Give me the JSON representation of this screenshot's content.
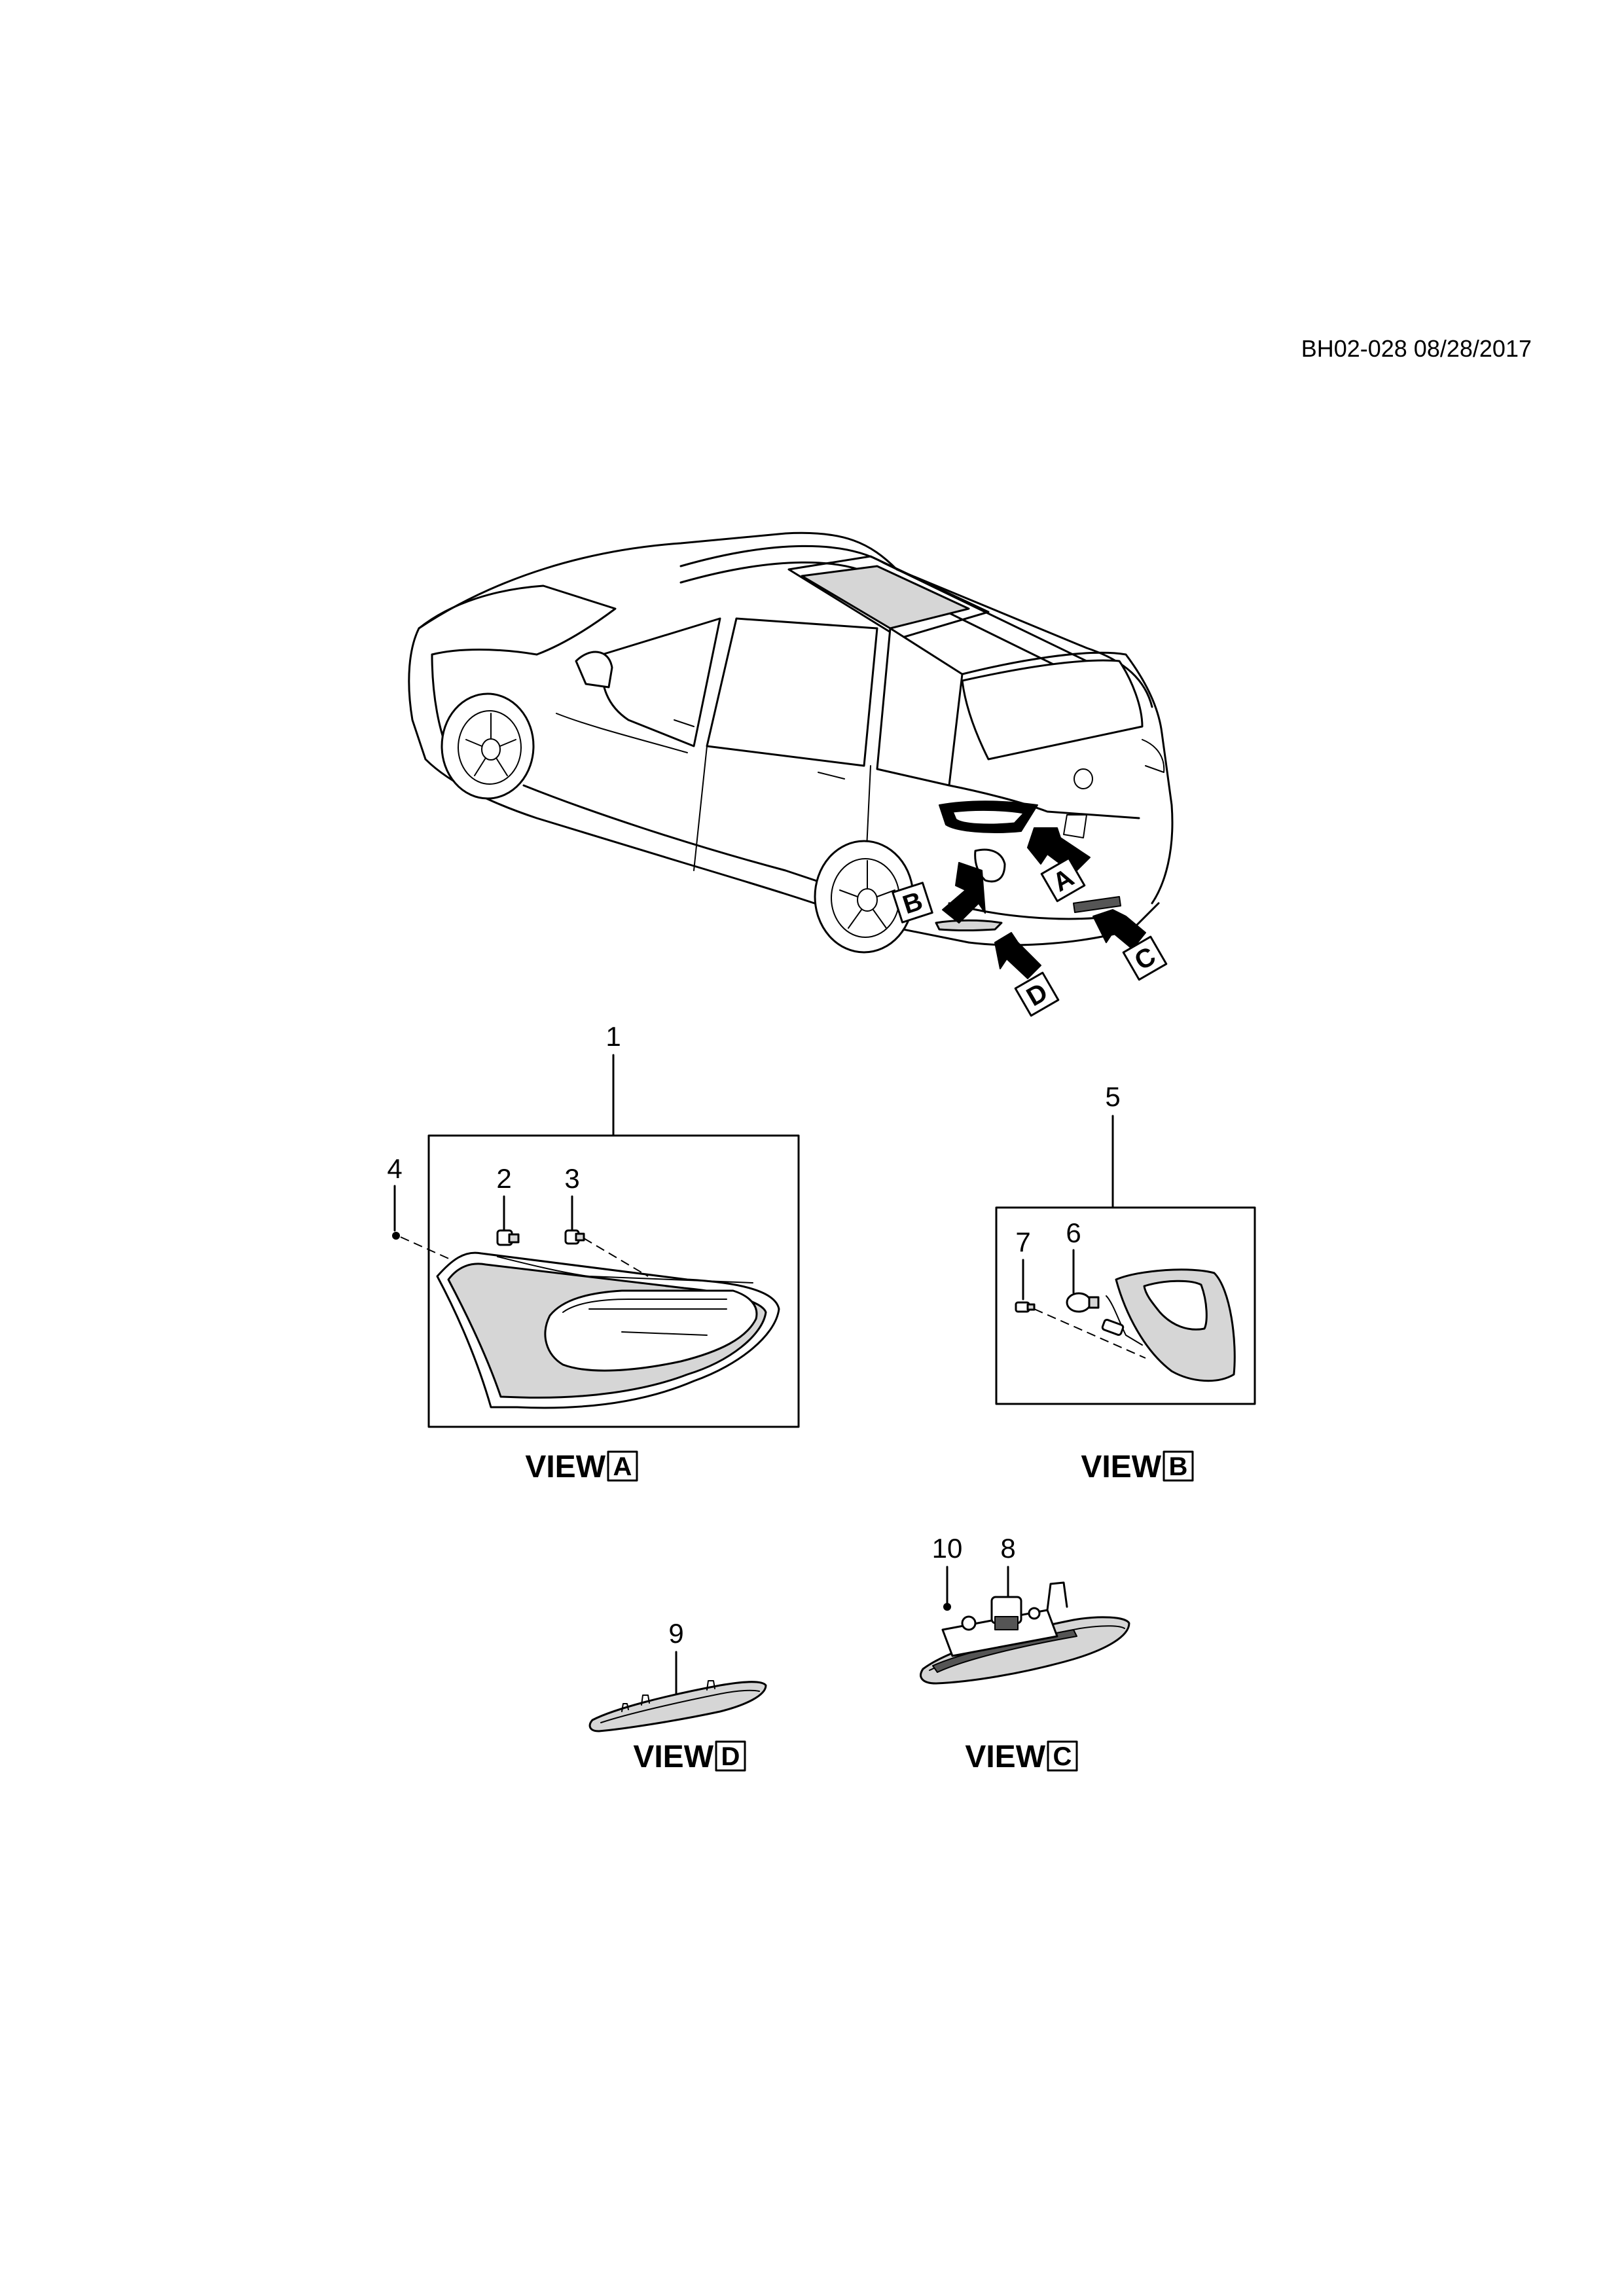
{
  "document": {
    "id": "BH02-028 08/28/2017"
  },
  "views": {
    "A": {
      "word": "VIEW",
      "letter": "A"
    },
    "B": {
      "word": "VIEW",
      "letter": "B"
    },
    "C": {
      "word": "VIEW",
      "letter": "C"
    },
    "D": {
      "word": "VIEW",
      "letter": "D"
    }
  },
  "arrows": {
    "A": "A",
    "B": "B",
    "C": "C",
    "D": "D"
  },
  "callouts": {
    "c1": "1",
    "c2": "2",
    "c3": "3",
    "c4": "4",
    "c5": "5",
    "c6": "6",
    "c7": "7",
    "c8": "8",
    "c9": "9",
    "c10": "10"
  }
}
